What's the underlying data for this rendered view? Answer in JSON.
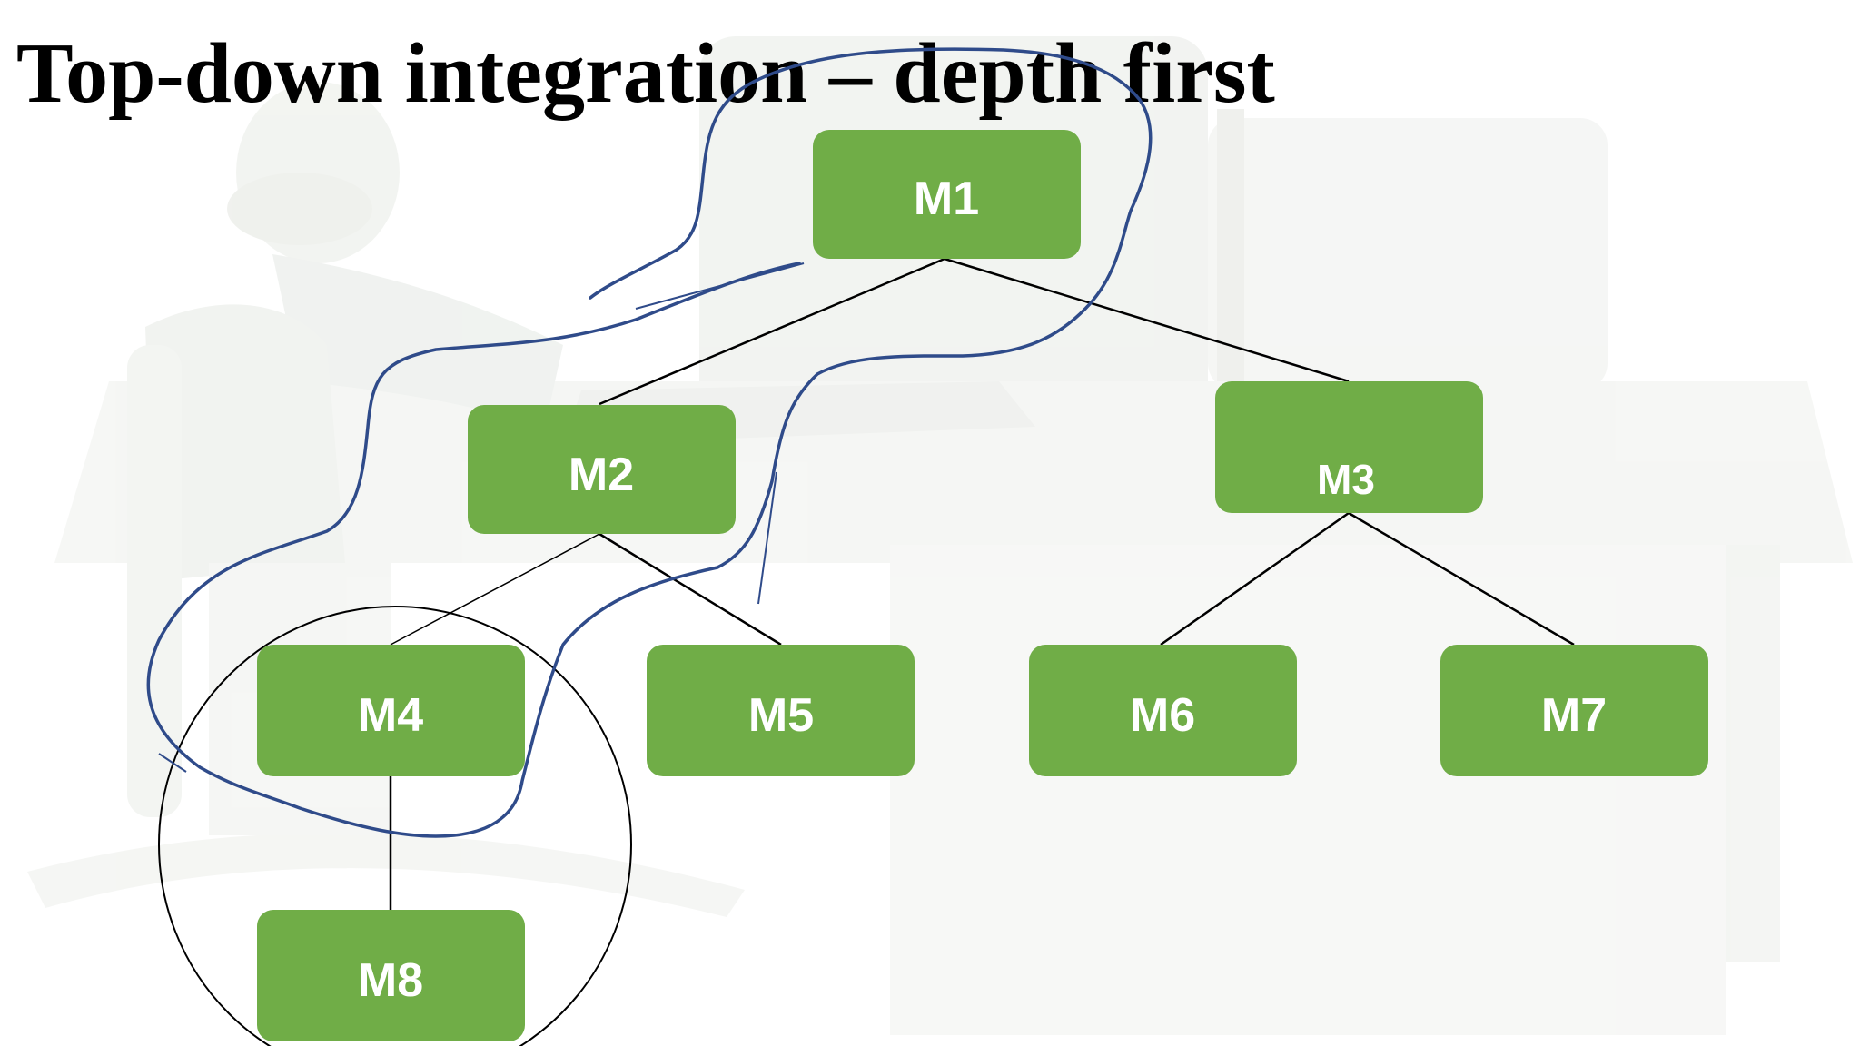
{
  "slide": {
    "title": "Top-down integration – depth first"
  },
  "diagram": {
    "nodes": [
      {
        "id": "M1",
        "label": "M1"
      },
      {
        "id": "M2",
        "label": "M2"
      },
      {
        "id": "M3",
        "label": "M3"
      },
      {
        "id": "M4",
        "label": "M4"
      },
      {
        "id": "M5",
        "label": "M5"
      },
      {
        "id": "M6",
        "label": "M6"
      },
      {
        "id": "M7",
        "label": "M7"
      },
      {
        "id": "M8",
        "label": "M8"
      }
    ],
    "edges": [
      {
        "from": "M1",
        "to": "M2"
      },
      {
        "from": "M1",
        "to": "M3"
      },
      {
        "from": "M2",
        "to": "M4"
      },
      {
        "from": "M2",
        "to": "M5"
      },
      {
        "from": "M3",
        "to": "M6"
      },
      {
        "from": "M3",
        "to": "M7"
      },
      {
        "from": "M4",
        "to": "M8"
      }
    ],
    "highlighted_path": [
      "M1",
      "M2",
      "M4"
    ],
    "circled_group": [
      "M4",
      "M8"
    ]
  },
  "colors": {
    "node_fill": "#70AD47",
    "node_text": "#ffffff",
    "edge": "#000000",
    "freehand_outline": "#2F4B8A",
    "circle": "#000000",
    "background_art": "#ECEFEA"
  },
  "background": {
    "icon": "person-at-computer-desk-clipart"
  }
}
